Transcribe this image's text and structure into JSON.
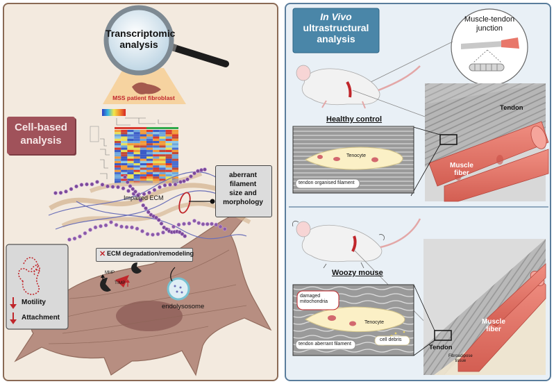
{
  "left": {
    "magnifier_label_line1": "Transcriptomic",
    "magnifier_label_line2": "analysis",
    "fibroblast_label": "MSS patient fibroblast",
    "cell_based_line1": "Cell-based",
    "cell_based_line2": "analysis",
    "filament_box_line1": "aberrant",
    "filament_box_line2": "filament",
    "filament_box_line3": "size and",
    "filament_box_line4": "morphology",
    "impaired_ecm": "Impaired ECM",
    "ecm_remodel": "ECM degradation/remodeling",
    "mmp": "MMP",
    "timp": "TIMP",
    "endolysosome": "endolysosome",
    "motility": "Motility",
    "attachment": "Attachment"
  },
  "right": {
    "title_italic": "In Vivo",
    "title_line2": "ultrastructural",
    "title_line3": "analysis",
    "junction_line1": "Muscle-tendon",
    "junction_line2": "junction",
    "tendon_top": "Tendon",
    "muscle_top_line1": "Muscle",
    "muscle_top_line2": "fiber",
    "healthy_control": "Healthy control",
    "tenocyte_top": "Tenocyte",
    "tendon_organised": "tendon organised filament",
    "woozy_mouse": "Woozy mouse",
    "damaged_line1": "damaged",
    "damaged_line2": "mitochondria",
    "tenocyte_bottom": "Tenocyte",
    "tendon_aberrant": "tendon aberrant filament",
    "cell_debris": "cell debris",
    "tendon_bottom": "Tendon",
    "muscle_bottom_line1": "Muscle",
    "muscle_bottom_line2": "fiber",
    "fibroadipose_line1": "Fibroadipose",
    "fibroadipose_line2": "tissue"
  },
  "colors": {
    "left_bg": "#f3eadf",
    "right_bg": "#e9f0f6",
    "cell_based_box": "#a0525a",
    "in_vivo_box": "#4a86a8",
    "muscle": "#e8776a",
    "tendon": "#bdbdbd",
    "down_arrow": "#c0262b"
  },
  "icons": [
    "magnifier-icon",
    "fibroblast-cell-icon",
    "heatmap-icon",
    "mouse-icon",
    "down-arrow-icon",
    "x-mark-icon",
    "muscle-tendon-junction-icon"
  ]
}
